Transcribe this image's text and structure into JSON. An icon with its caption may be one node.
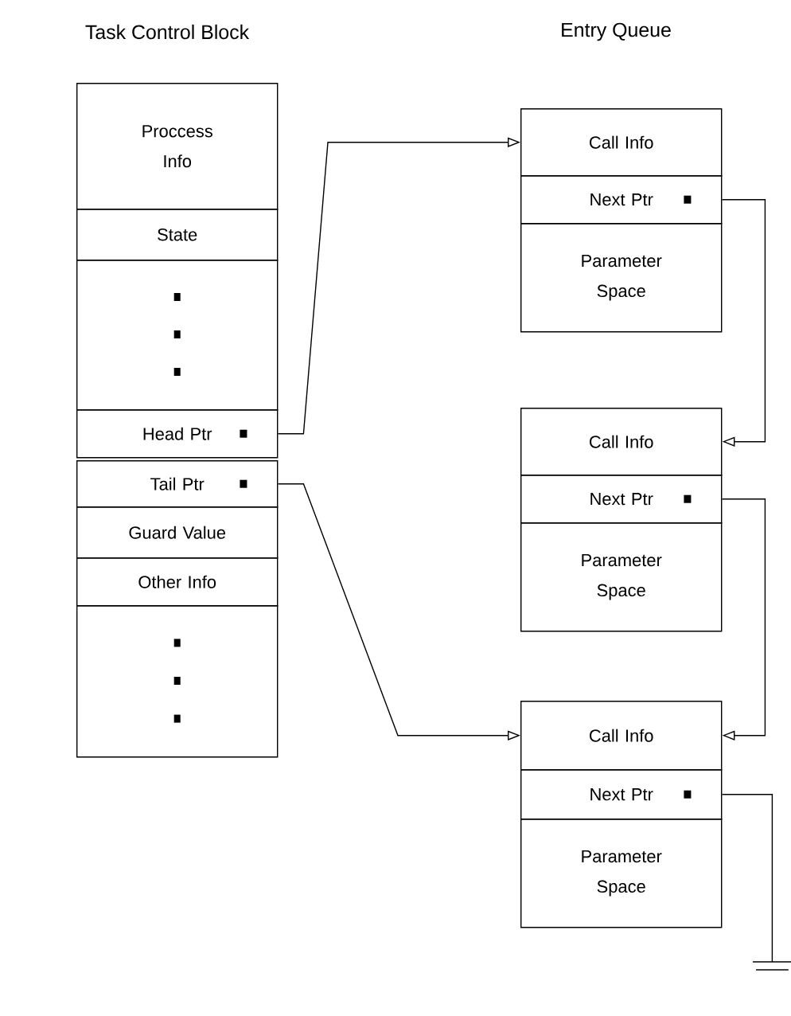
{
  "diagram": {
    "nodes": [
      {
        "text": [
          "Proccess Info"
        ]
      },
      {
        "text": [
          "State"
        ]
      },
      {
        "text": [],
        "shape": "box"
      },
      {
        "text": [
          "Head Ptr"
        ]
      },
      {
        "text": [
          "Tail Ptr"
        ]
      },
      {
        "text": [
          "Guard Value"
        ]
      },
      {
        "text": [
          "Other Info"
        ]
      },
      {
        "text": [],
        "shape": "box"
      },
      {
        "text": [
          "Call Info"
        ]
      },
      {
        "text": [
          "Next Ptr"
        ]
      },
      {
        "text": [
          "Parameter Space"
        ]
      },
      {
        "text": [
          "Call Info"
        ]
      },
      {
        "text": [
          "Next Ptr"
        ]
      },
      {
        "text": [
          "Parameter Space"
        ]
      },
      {
        "text": [
          "Call Info"
        ]
      },
      {
        "text": [
          "Next Ptr"
        ]
      },
      {
        "text": [
          "Parameter Space"
        ]
      },
      {
        "text": [],
        "shape": "ground"
      }
    ],
    "edges": [
      {
        "from": 3,
        "to": 8,
        "arrow": "to"
      },
      {
        "from": 4,
        "to": 14,
        "arrow": "to"
      },
      {
        "from": 9,
        "to": 11,
        "arrow": "to"
      },
      {
        "from": 12,
        "to": 14,
        "arrow": "to"
      },
      {
        "from": 15,
        "to": 17,
        "arrow": "none"
      }
    ],
    "labels": [
      "Task Control Block",
      "Entry Queue"
    ]
  }
}
